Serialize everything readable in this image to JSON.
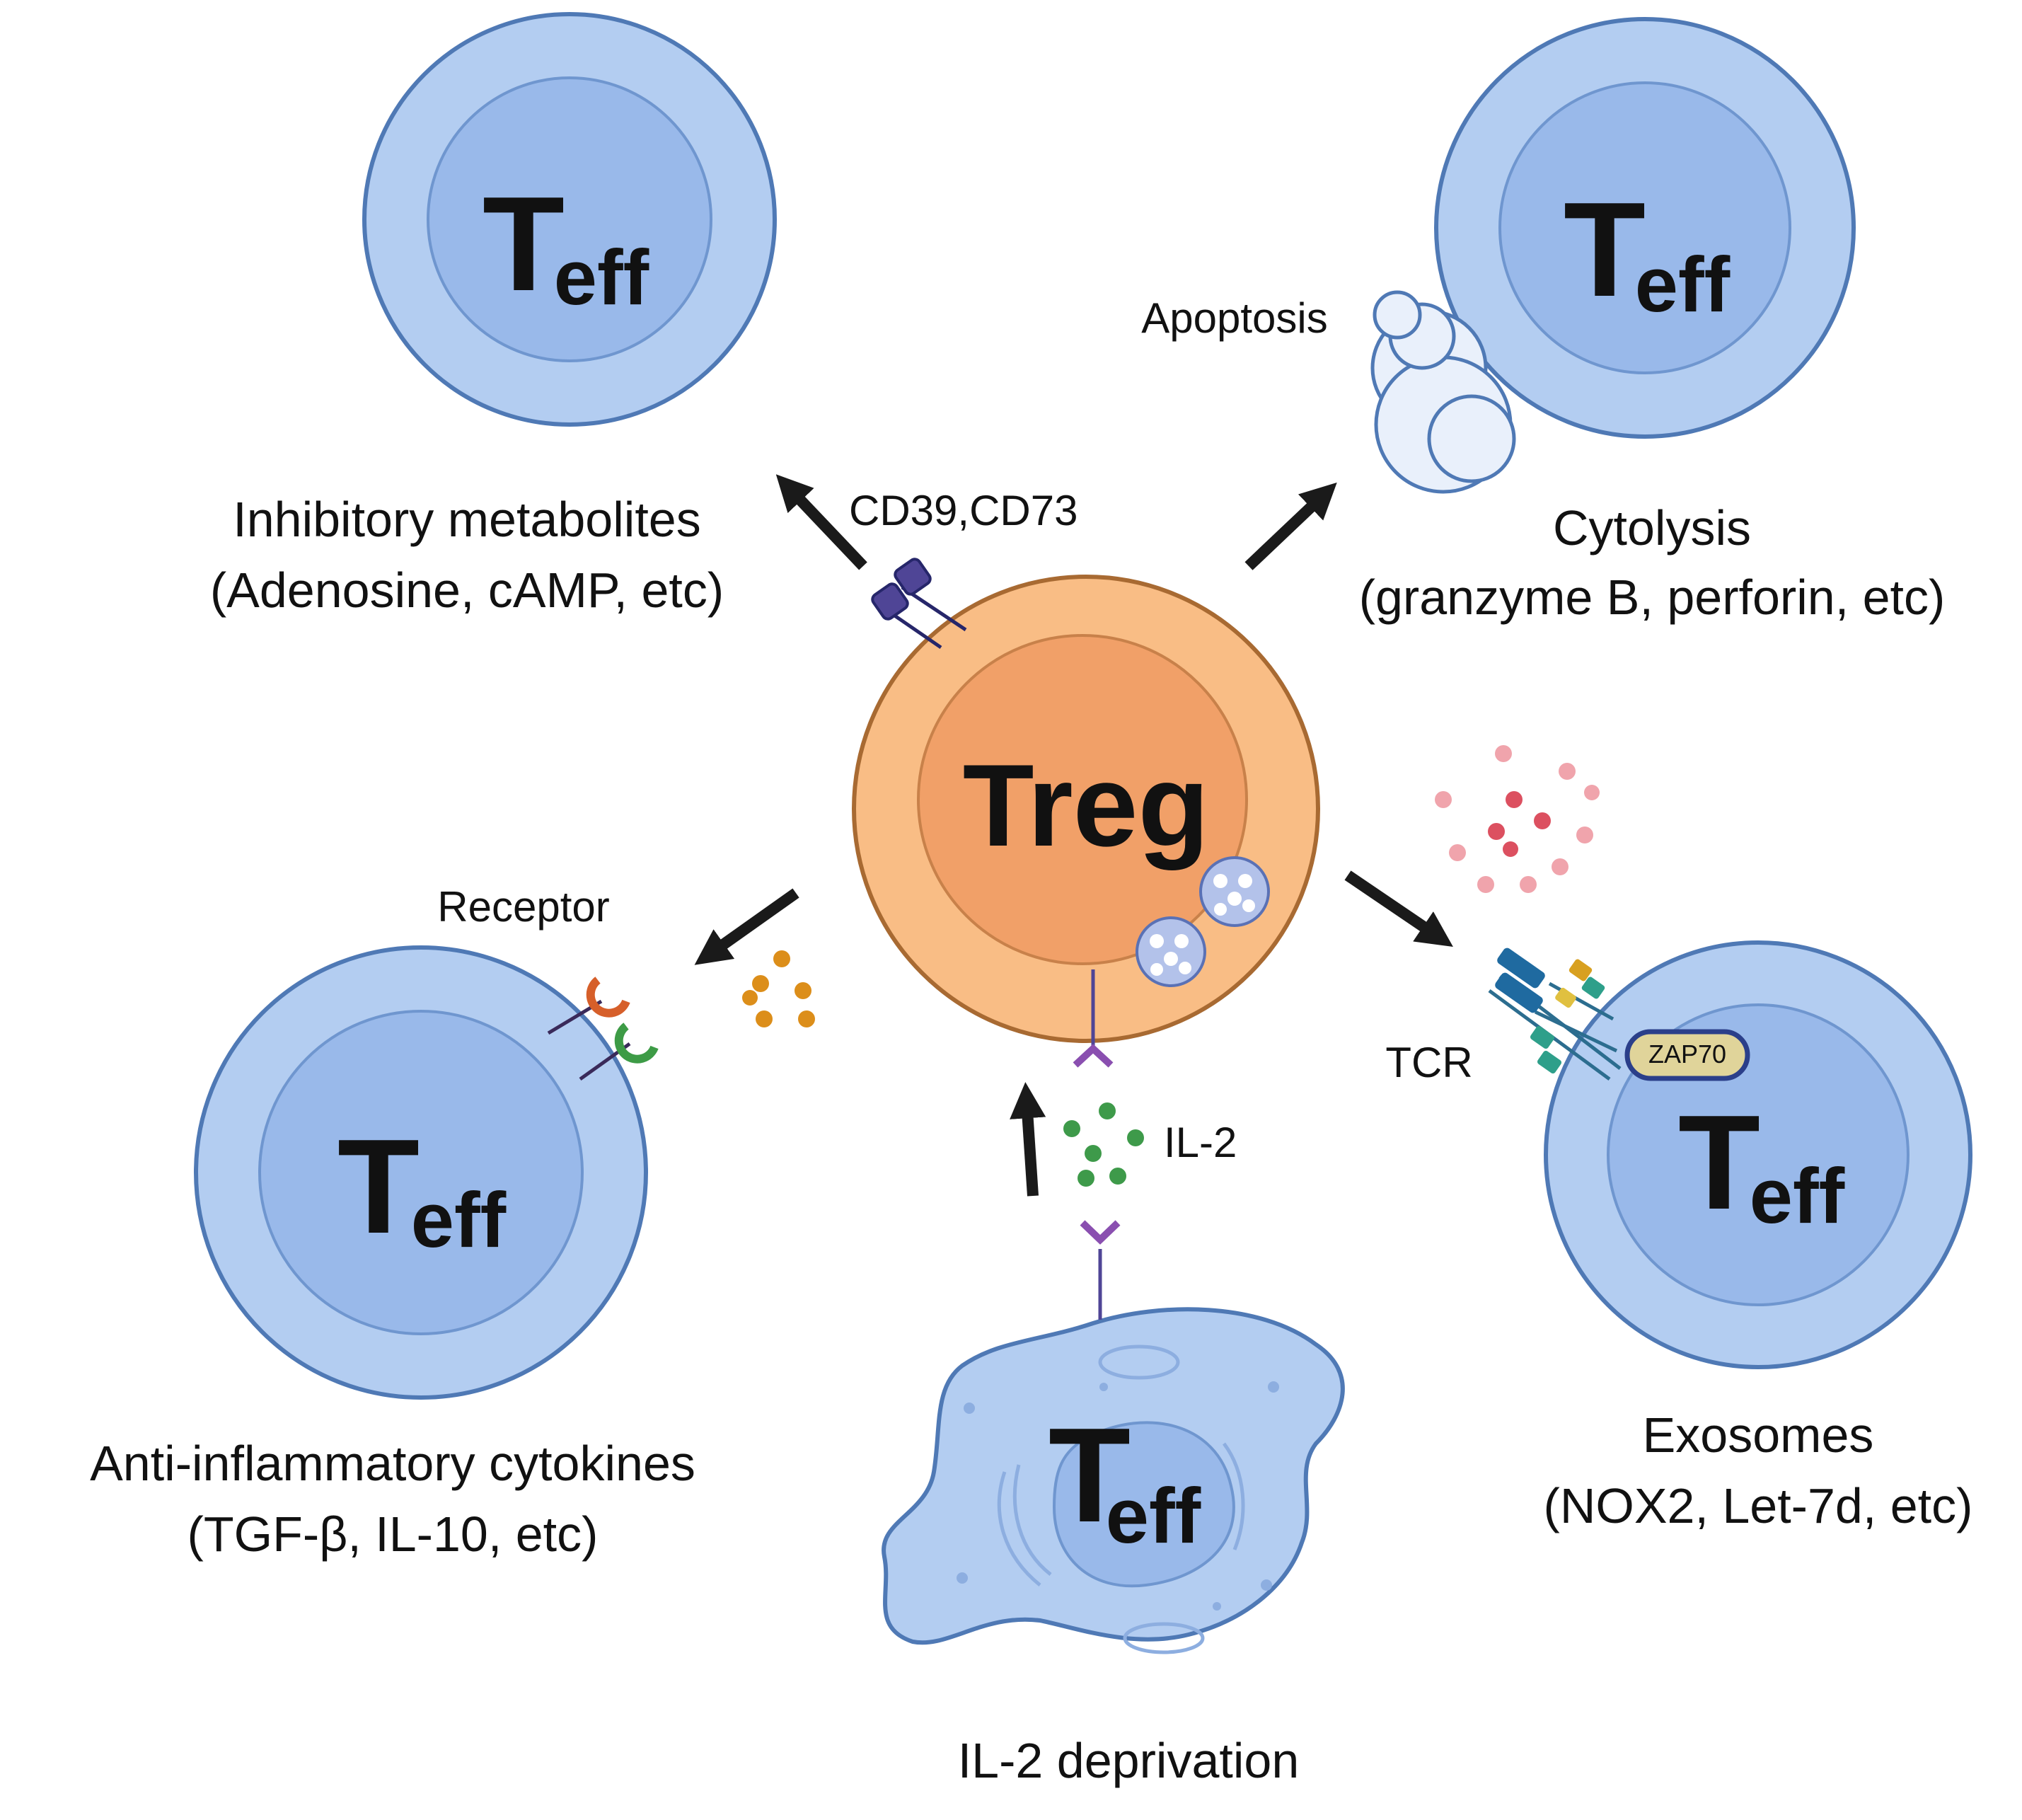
{
  "center_cell": {
    "label": "Treg"
  },
  "effector_label": {
    "main": "T",
    "subscript": "eff"
  },
  "mechanisms": {
    "metabolites": {
      "title": "Inhibitory metabolites",
      "detail": "(Adenosine, cAMP, etc)",
      "marker": "CD39,CD73"
    },
    "cytolysis": {
      "title": "Cytolysis",
      "detail": "(granzyme B, perforin, etc)",
      "marker": "Apoptosis"
    },
    "cytokines": {
      "title": "Anti-inflammatory cytokines",
      "detail": "(TGF-β, IL-10, etc)",
      "marker": "Receptor"
    },
    "exosomes": {
      "title": "Exosomes",
      "detail": "(NOX2, Let-7d, etc)",
      "marker": "TCR",
      "kinase": "ZAP70"
    },
    "il2": {
      "title": "IL-2 deprivation",
      "marker": "IL-2"
    }
  },
  "colors": {
    "teff_outer": "#b3cdf1",
    "teff_inner": "#99b9ea",
    "teff_stroke": "#4f79b5",
    "treg_outer": "#f9bd85",
    "treg_inner": "#f1a068",
    "treg_stroke": "#a86a32",
    "arrow": "#1a1a1a",
    "cd39": "#4f4596",
    "cytokine_dots": "#dc8e1a",
    "il2_dots": "#3e9a4a",
    "exosome_dots": "#dc5060",
    "receptor_orange": "#d65f2a",
    "receptor_green": "#3d9b46",
    "zap70": "#e0d49a"
  }
}
